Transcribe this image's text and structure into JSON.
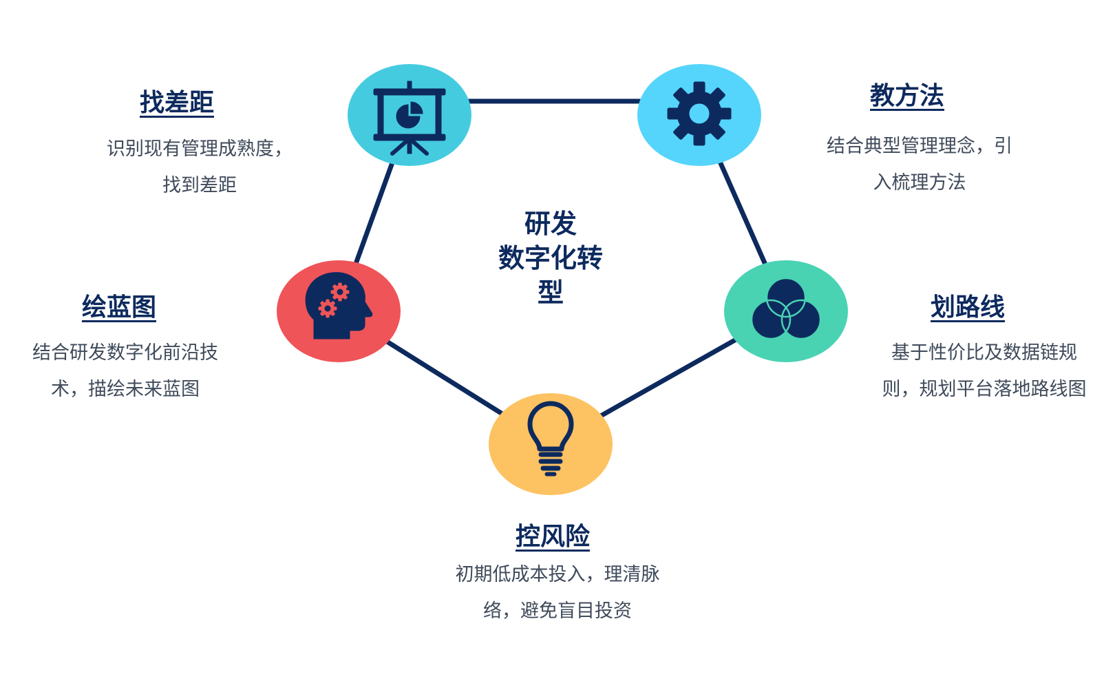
{
  "center": {
    "lines": [
      "研发",
      "数字化转",
      "型"
    ]
  },
  "colors": {
    "line": "#0d2a5e",
    "icon": "#0d2a5e",
    "node_find_gap": "#45cbe0",
    "node_teach_method": "#55d5fb",
    "node_route": "#49d3b3",
    "node_risk": "#fdc262",
    "node_blueprint": "#ef5458",
    "gear_accent": "#ef5458"
  },
  "nodes": [
    {
      "id": "find-gap",
      "icon": "presentation-chart-icon",
      "title": "找差距",
      "desc": [
        "识别现有管理成熟度，",
        "找到差距"
      ]
    },
    {
      "id": "teach-method",
      "icon": "gear-icon",
      "title": "教方法",
      "desc": [
        "结合典型管理理念，引",
        "入梳理方法"
      ]
    },
    {
      "id": "route",
      "icon": "venn-diagram-icon",
      "title": "划路线",
      "desc": [
        "基于性价比及数据链规",
        "则，规划平台落地路线图"
      ]
    },
    {
      "id": "risk",
      "icon": "lightbulb-icon",
      "title": "控风险",
      "desc": [
        "初期低成本投入，理清脉",
        "络，避免盲目投资"
      ]
    },
    {
      "id": "blueprint",
      "icon": "head-gears-icon",
      "title": "绘蓝图",
      "desc": [
        "结合研发数字化前沿技",
        "术，描绘未来蓝图"
      ]
    }
  ]
}
